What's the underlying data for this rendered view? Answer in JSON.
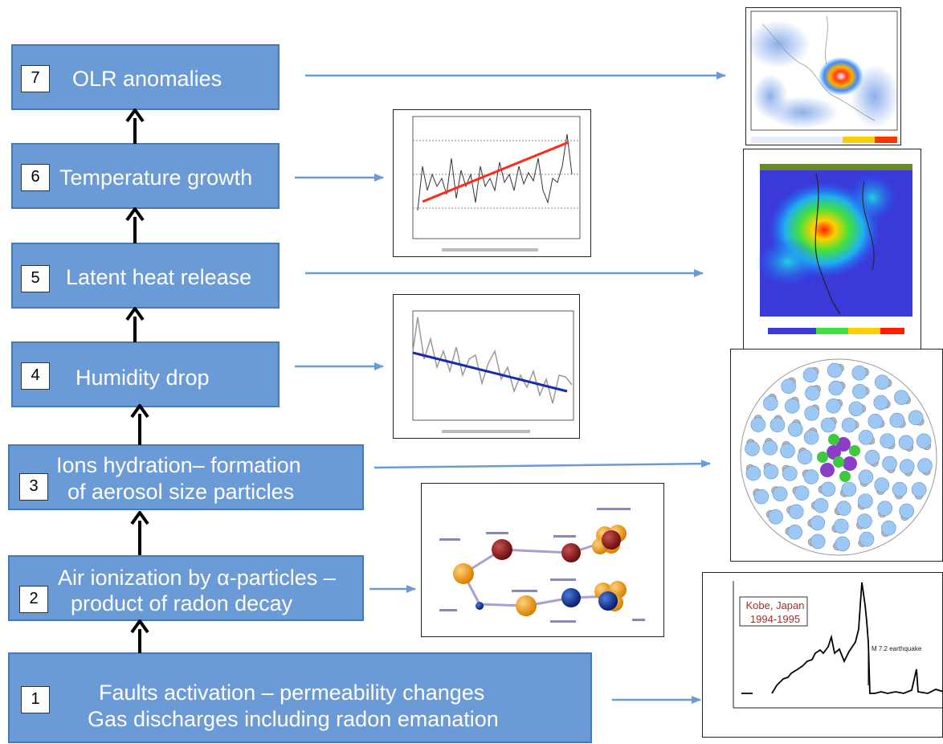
{
  "steps": [
    {
      "num": "7",
      "label_lines": [
        "OLR anomalies"
      ]
    },
    {
      "num": "6",
      "label_lines": [
        "Temperature growth"
      ]
    },
    {
      "num": "5",
      "label_lines": [
        "Latent heat release"
      ]
    },
    {
      "num": "4",
      "label_lines": [
        "Humidity drop"
      ]
    },
    {
      "num": "3",
      "label_lines": [
        "Ions hydration– formation",
        "of aerosol size particles"
      ]
    },
    {
      "num": "2",
      "label_lines": [
        "Air ionization by α-particles –",
        "product of radon decay"
      ]
    },
    {
      "num": "1",
      "label_lines": [
        "Faults activation – permeability changes",
        "Gas discharges including radon emanation"
      ]
    }
  ],
  "colors": {
    "box_fill": "#6b9bd6",
    "box_border": "#4a79b8",
    "connector": "#6b9bd6",
    "up_arrow": "#000000"
  },
  "radon_panel": {
    "title_line1": "Kobe, Japan",
    "title_line2": "1994-1995",
    "annotation": "M 7.2 earthquake"
  }
}
